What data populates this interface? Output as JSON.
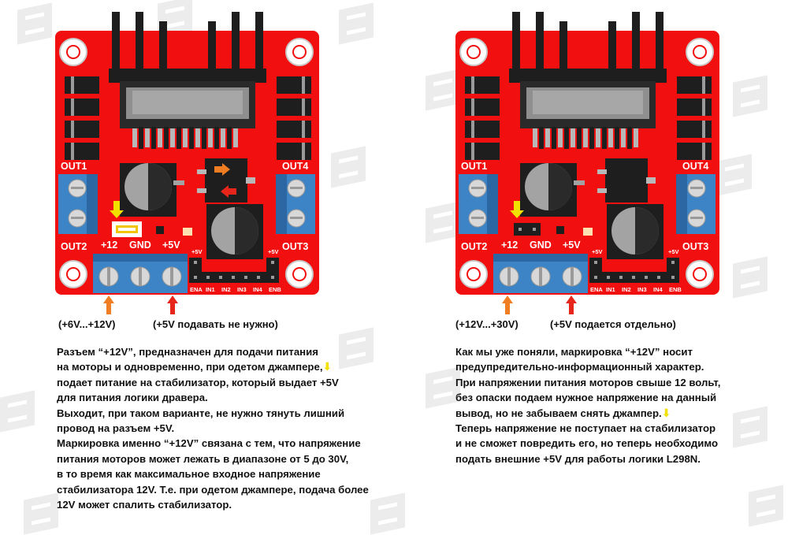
{
  "left": {
    "labels": {
      "out1": "OUT1",
      "out2": "OUT2",
      "out3": "OUT3",
      "out4": "OUT4",
      "p12": "+12",
      "gnd": "GND",
      "p5": "+5V",
      "p5pin_a": "+5V",
      "p5pin_b": "+5V",
      "ena": "ENA",
      "in1": "IN1",
      "in2": "IN2",
      "in3": "IN3",
      "in4": "IN4",
      "enb": "ENB"
    },
    "jumper": "on",
    "caption_left": "(+6V...+12V)",
    "caption_right": "(+5V подавать не нужно)",
    "description": [
      "Разъем “+12V”, предназначен для подачи питания",
      "на моторы и одновременно, при одетом джампере,",
      "подает питание на стабилизатор, который выдает +5V",
      "для питания логики дравера.",
      "Выходит, при таком варианте, не нужно тянуть лишний",
      "провод на разъем +5V.",
      "Маркировка именно “+12V” связана с тем, что напряжение",
      "питания моторов может лежать в диапазоне от 5 до 30V,",
      "в то время как максимальное входное напряжение",
      "стабилизатора  12V. Т.е. при одетом джампере, подача более",
      "12V может спалить стабилизатор."
    ]
  },
  "right": {
    "labels": {
      "out1": "OUT1",
      "out2": "OUT2",
      "out3": "OUT3",
      "out4": "OUT4",
      "p12": "+12",
      "gnd": "GND",
      "p5": "+5V",
      "p5pin_a": "+5V",
      "p5pin_b": "+5V",
      "ena": "ENA",
      "in1": "IN1",
      "in2": "IN2",
      "in3": "IN3",
      "in4": "IN4",
      "enb": "ENB"
    },
    "jumper": "off",
    "caption_left": "(+12V...+30V)",
    "caption_right": "(+5V подается отдельно)",
    "description": [
      "Как мы уже поняли, маркировка “+12V” носит",
      "предупредительно-информационный характер.",
      "При напряжении питания моторов свыше 12 вольт,",
      "без опаски подаем нужное напряжение на данный",
      "вывод, но не забываем снять джампер.",
      "Теперь напряжение не поступает на стабилизатор",
      "и не сможет повредить его, но теперь необходимо",
      "подать внешние +5V для работы логики L298N."
    ]
  },
  "colors": {
    "board": "#f20f0f",
    "terminal": "#3d84c6",
    "arrow_orange": "#f07d22",
    "arrow_red": "#e8251b",
    "arrow_yellow": "#f2e000"
  }
}
